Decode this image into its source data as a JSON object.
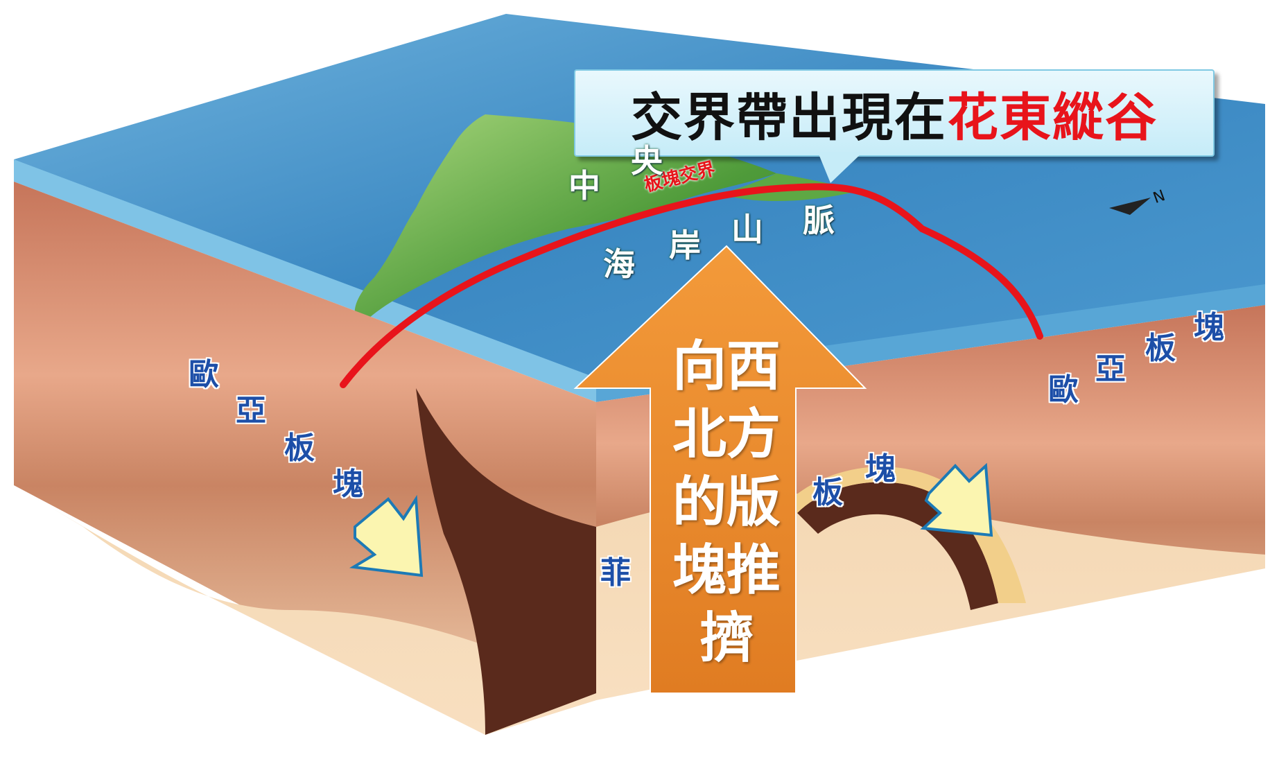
{
  "callout": {
    "black_text": "交界帶出現在",
    "red_text": "花東縱谷"
  },
  "arrow_text": "向西北方的版塊推擠",
  "boundary_label": "板塊交界",
  "map_labels": {
    "central_range_1": "中",
    "central_range_2": "央",
    "coastal_range": [
      "海",
      "岸",
      "山",
      "脈"
    ]
  },
  "left_plate": [
    "歐",
    "亞",
    "板",
    "塊"
  ],
  "right_plate": [
    "歐",
    "亞",
    "板",
    "塊"
  ],
  "philippine_plate": [
    "菲",
    "板",
    "塊"
  ],
  "north_mark": "N",
  "colors": {
    "sea": "#3f8ec6",
    "land": "#6db24a",
    "boundary": "#e8141b",
    "arrow": "#e98a2c",
    "plate_text": "#1d4fa8"
  }
}
